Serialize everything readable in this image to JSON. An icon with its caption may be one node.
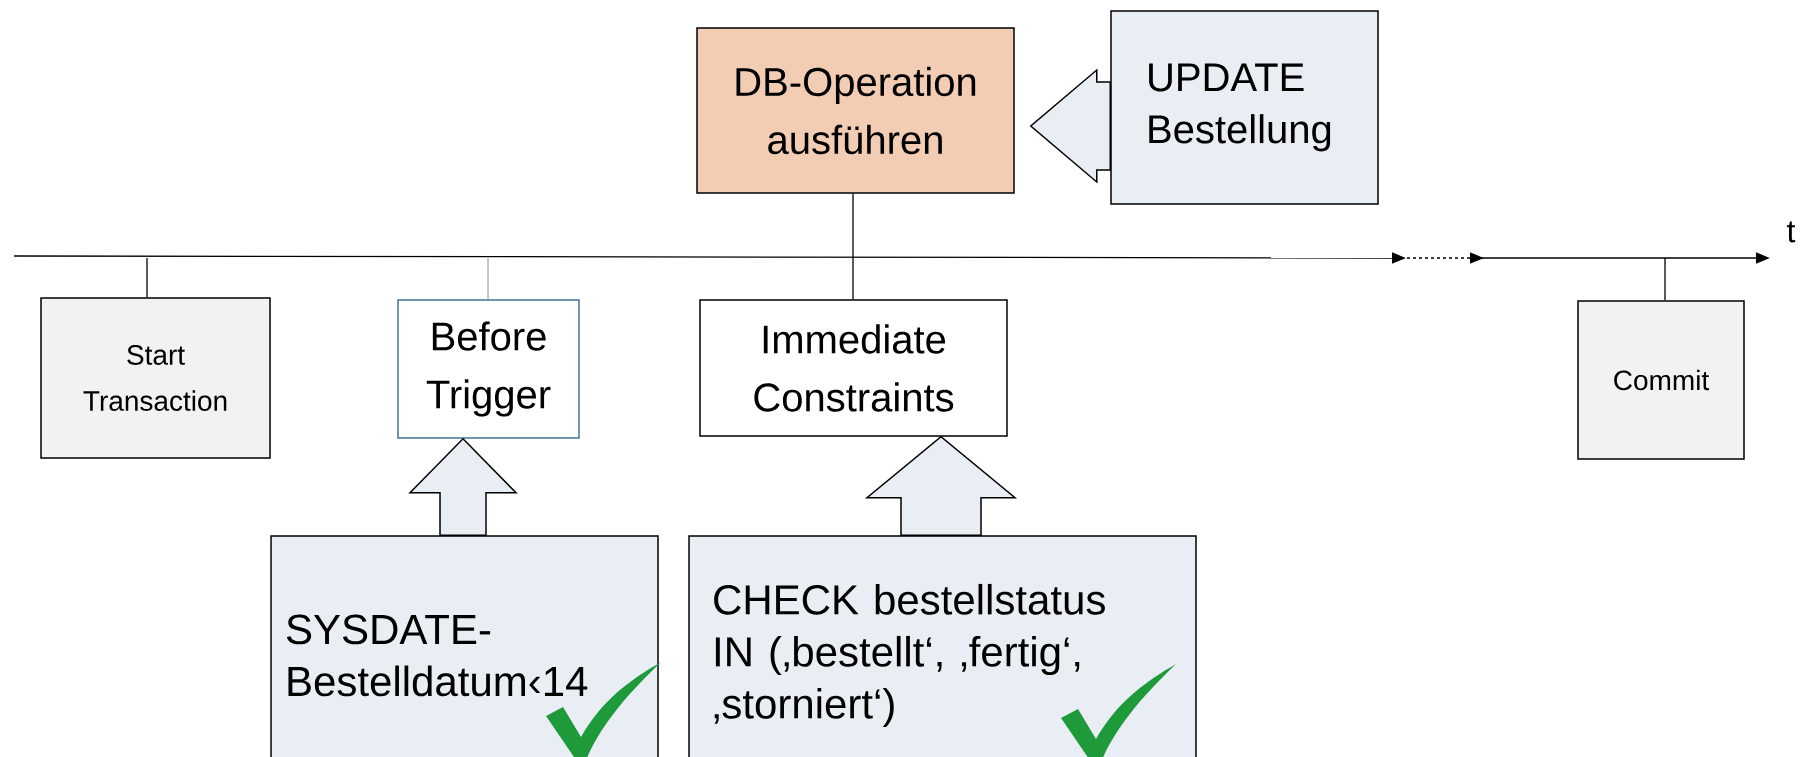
{
  "diagram": {
    "nodes": [
      {
        "text": [
          "DB-Operation ausführen"
        ]
      },
      {
        "text": [
          "UPDATE Bestellung"
        ]
      },
      {
        "text": [
          "Start Transaction"
        ]
      },
      {
        "text": [
          "Before Trigger"
        ]
      },
      {
        "text": [
          "Immediate Constraints"
        ]
      },
      {
        "text": [
          "Commit"
        ]
      },
      {
        "text": [
          "SYSDATE- Bestelldatum‹14"
        ]
      },
      {
        "text": [
          "CHECK bestellstatus IN (‚bestellt‘, ‚fertig‘, ‚storniert‘)"
        ]
      }
    ],
    "edges": [
      {
        "from": 1,
        "to": 0,
        "arrow": "to"
      },
      {
        "from": 6,
        "to": 3,
        "arrow": "to"
      },
      {
        "from": 7,
        "to": 4,
        "arrow": "to"
      },
      {
        "from": 0,
        "to": 4,
        "arrow": "none"
      },
      {
        "from": null,
        "to": 2,
        "arrow": "none"
      },
      {
        "from": null,
        "to": 3,
        "arrow": "none",
        "color": "#a6a6a6"
      },
      {
        "from": null,
        "to": 5,
        "arrow": "none"
      }
    ],
    "labels": [
      "t"
    ]
  }
}
